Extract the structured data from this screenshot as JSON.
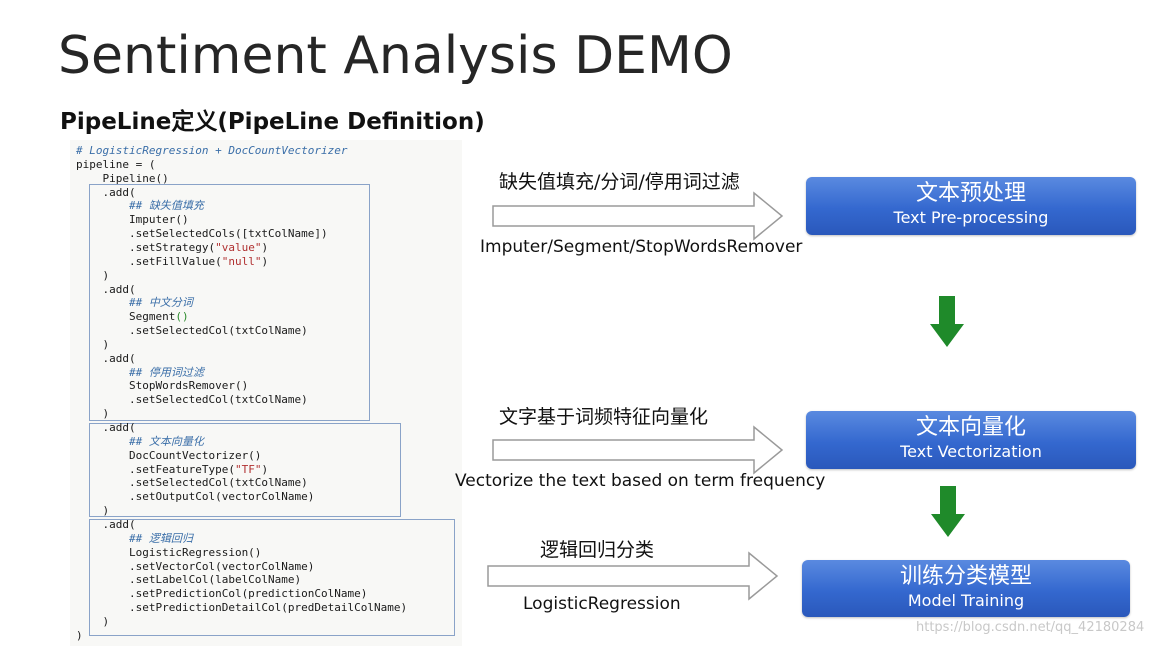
{
  "slide": {
    "title": "Sentiment Analysis DEMO",
    "subtitle": "PipeLine定义(PipeLine Definition)",
    "watermark": "https://blog.csdn.net/qq_42180284"
  },
  "code": {
    "lines": [
      {
        "text": "# LogisticRegression + DocCountVectorizer",
        "kind": "comment"
      },
      {
        "text": "pipeline = (",
        "kind": "code"
      },
      {
        "text": "    Pipeline()",
        "kind": "code"
      },
      {
        "text": "    .add(",
        "kind": "code"
      },
      {
        "text": "        ## 缺失值填充",
        "kind": "comment"
      },
      {
        "text": "        Imputer()",
        "kind": "code"
      },
      {
        "text": "        .setSelectedCols([txtColName])",
        "kind": "code"
      },
      {
        "text": "        .setStrategy(\"value\")",
        "kind": "code"
      },
      {
        "text": "        .setFillValue(\"null\")",
        "kind": "code"
      },
      {
        "text": "    )",
        "kind": "code"
      },
      {
        "text": "    .add(",
        "kind": "code"
      },
      {
        "text": "        ## 中文分词",
        "kind": "comment"
      },
      {
        "text": "        Segment()",
        "kind": "code"
      },
      {
        "text": "        .setSelectedCol(txtColName)",
        "kind": "code"
      },
      {
        "text": "    )",
        "kind": "code"
      },
      {
        "text": "    .add(",
        "kind": "code"
      },
      {
        "text": "        ## 停用词过滤",
        "kind": "comment"
      },
      {
        "text": "        StopWordsRemover()",
        "kind": "code"
      },
      {
        "text": "        .setSelectedCol(txtColName)",
        "kind": "code"
      },
      {
        "text": "    )",
        "kind": "code"
      },
      {
        "text": "    .add(",
        "kind": "code"
      },
      {
        "text": "        ## 文本向量化",
        "kind": "comment"
      },
      {
        "text": "        DocCountVectorizer()",
        "kind": "code"
      },
      {
        "text": "        .setFeatureType(\"TF\")",
        "kind": "code"
      },
      {
        "text": "        .setSelectedCol(txtColName)",
        "kind": "code"
      },
      {
        "text": "        .setOutputCol(vectorColName)",
        "kind": "code"
      },
      {
        "text": "    )",
        "kind": "code"
      },
      {
        "text": "    .add(",
        "kind": "code"
      },
      {
        "text": "        ## 逻辑回归",
        "kind": "comment"
      },
      {
        "text": "        LogisticRegression()",
        "kind": "code"
      },
      {
        "text": "        .setVectorCol(vectorColName)",
        "kind": "code"
      },
      {
        "text": "        .setLabelCol(labelColName)",
        "kind": "code"
      },
      {
        "text": "        .setPredictionCol(predictionColName)",
        "kind": "code"
      },
      {
        "text": "        .setPredictionDetailCol(predDetailColName)",
        "kind": "code"
      },
      {
        "text": "    )",
        "kind": "code"
      },
      {
        "text": ")",
        "kind": "code"
      }
    ]
  },
  "flow": {
    "step1": {
      "label_cn": "缺失值填充/分词/停用词过滤",
      "label_en": "Imputer/Segment/StopWordsRemover",
      "box_cn": "文本预处理",
      "box_en": "Text Pre-processing"
    },
    "step2": {
      "label_cn": "文字基于词频特征向量化",
      "label_en": "Vectorize the text based on term frequency",
      "box_cn": "文本向量化",
      "box_en": "Text Vectorization"
    },
    "step3": {
      "label_cn": "逻辑回归分类",
      "label_en": "LogisticRegression",
      "box_cn": "训练分类模型",
      "box_en": "Model Training"
    }
  },
  "colors": {
    "step_box": "#3468cf",
    "down_arrow": "#1f8a2a",
    "code_comment": "#3a6ea8",
    "code_string": "#b03030",
    "group_border": "#8aa3c8"
  },
  "icons": {
    "flow_arrow": "hollow-right-arrow",
    "step_arrow": "green-down-arrow"
  }
}
